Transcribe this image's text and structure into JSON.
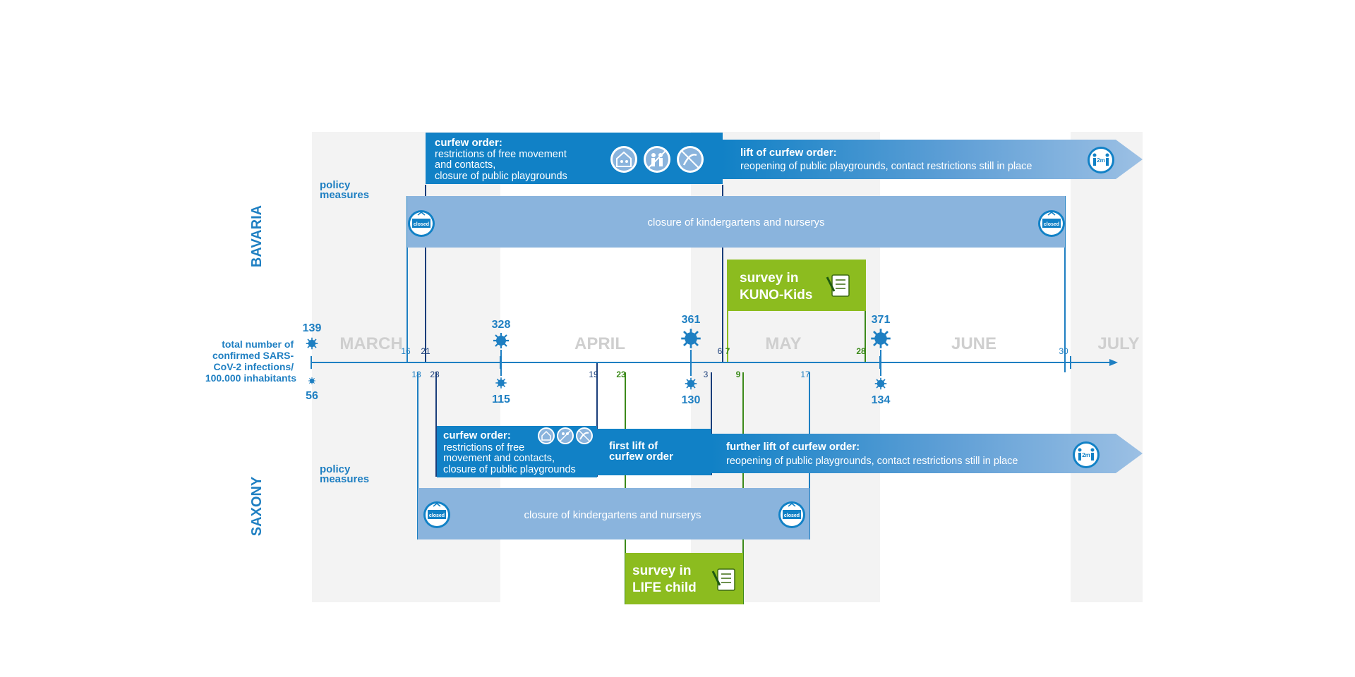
{
  "regions": {
    "bavaria": {
      "label": "BAVARIA",
      "policy_label_line1": "policy",
      "policy_label_line2": "measures",
      "curfew": {
        "title": "curfew order:",
        "line1": "restrictions of free movement",
        "line2": "and contacts,",
        "line3": "closure of public playgrounds"
      },
      "lift": {
        "title": "lift of curfew order:",
        "desc": "reopening of public playgrounds, contact restrictions still in place",
        "icon_text": "2m"
      },
      "kindergarten": {
        "label": "closure of kindergartens and nurserys",
        "sign_text": "closed"
      },
      "survey": {
        "line1": "survey in",
        "line2": "KUNO-Kids"
      }
    },
    "saxony": {
      "label": "SAXONY",
      "policy_label_line1": "policy",
      "policy_label_line2": "measures",
      "curfew": {
        "title": "curfew order:",
        "line1": "restrictions of free",
        "line2": "movement  and contacts,",
        "line3": "closure of public playgrounds"
      },
      "first_lift": {
        "line1": "first lift of",
        "line2": "curfew order"
      },
      "further_lift": {
        "title": "further lift of curfew order:",
        "desc": "reopening of public playgrounds, contact restrictions still in place",
        "icon_text": "2m"
      },
      "kindergarten": {
        "label": "closure of kindergartens and nurserys",
        "sign_text": "closed"
      },
      "survey": {
        "line1": "survey in",
        "line2": "LIFE child"
      }
    }
  },
  "axis": {
    "label_lines": [
      "total number of",
      "confirmed SARS-",
      "CoV-2 infections/",
      "100.000 inhabitants"
    ],
    "months": [
      "MARCH",
      "APRIL",
      "MAY",
      "JUNE",
      "JULY"
    ],
    "top_ticks": [
      {
        "label": "16",
        "color": "blue"
      },
      {
        "label": "21",
        "color": "navy"
      },
      {
        "label": "6",
        "color": "navy"
      },
      {
        "label": "7",
        "color": "green"
      },
      {
        "label": "28",
        "color": "green"
      },
      {
        "label": "30",
        "color": "blue"
      }
    ],
    "bottom_ticks": [
      {
        "label": "18",
        "color": "blue"
      },
      {
        "label": "23",
        "color": "navy"
      },
      {
        "label": "19",
        "color": "navy"
      },
      {
        "label": "23",
        "color": "green"
      },
      {
        "label": "3",
        "color": "navy"
      },
      {
        "label": "9",
        "color": "green"
      },
      {
        "label": "17",
        "color": "blue"
      }
    ],
    "bavaria_infections": [
      "139",
      "328",
      "361",
      "371"
    ],
    "saxony_infections": [
      "56",
      "115",
      "130",
      "134"
    ]
  },
  "colors": {
    "dark_blue": "#1181c6",
    "light_blue": "#8ab4dd",
    "green": "#8cbc1f",
    "navy": "#1a3e7a",
    "text_blue": "#1e7fc2",
    "month_gray": "#cfcfcf",
    "band_gray": "#f3f3f3"
  }
}
